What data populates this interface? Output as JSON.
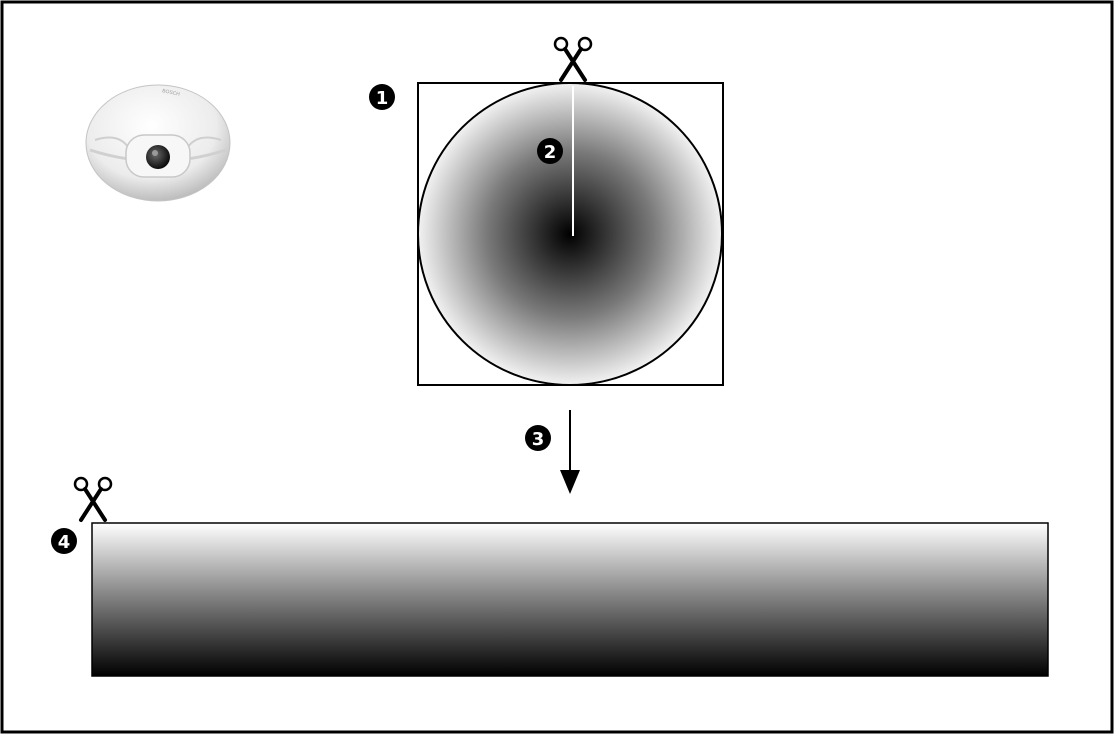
{
  "diagram": {
    "callouts": [
      {
        "id": "1",
        "label": "1",
        "refers_to": "circular-fisheye-image"
      },
      {
        "id": "2",
        "label": "2",
        "refers_to": "cut-line"
      },
      {
        "id": "3",
        "label": "3",
        "refers_to": "dewarp-arrow"
      },
      {
        "id": "4",
        "label": "4",
        "refers_to": "panoramic-image"
      }
    ],
    "camera": {
      "icon": "panoramic-dome-camera",
      "brand_text": "BOSCH"
    },
    "icons": {
      "cut_top": "scissors-icon",
      "cut_panorama": "scissors-icon"
    },
    "colors": {
      "frame_border": "#000000",
      "fisheye_center": "#000000",
      "fisheye_edge": "#f2f2f2",
      "panorama_top": "#ffffff",
      "panorama_bottom": "#000000",
      "cut_line": "#ffffff",
      "callout_fill": "#000000",
      "callout_text": "#ffffff"
    }
  }
}
